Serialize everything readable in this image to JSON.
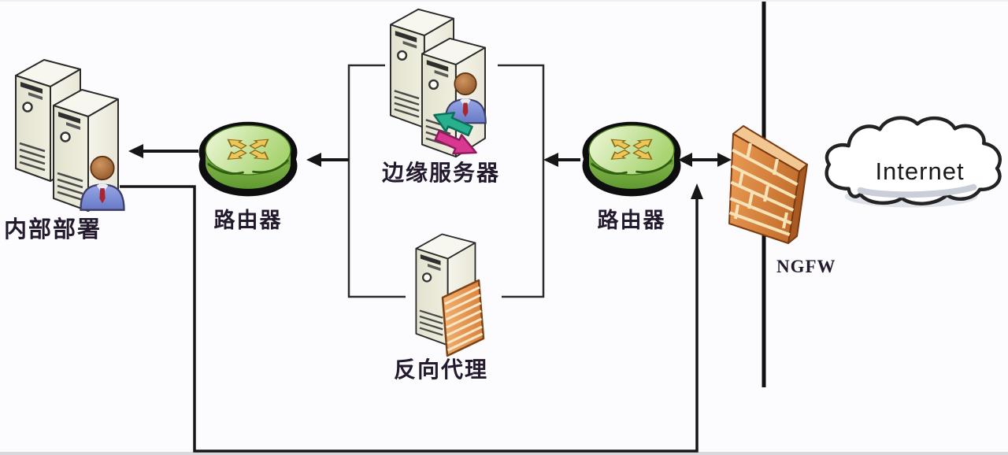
{
  "diagram": {
    "nodes": {
      "internal": {
        "label": "内部部署",
        "icon": "server-stack-with-user"
      },
      "router_left": {
        "label": "路由器",
        "icon": "router-cylinder"
      },
      "edge_servers": {
        "label": "边缘服务器",
        "icon": "server-stack-user-sync-arrows"
      },
      "reverse_proxy": {
        "label": "反向代理",
        "icon": "server-with-orange-panel"
      },
      "router_right": {
        "label": "路由器",
        "icon": "router-cylinder"
      },
      "ngfw": {
        "label": "NGFW",
        "icon": "firewall-brick-wall"
      },
      "internet": {
        "label": "Internet",
        "icon": "cloud"
      }
    },
    "colors": {
      "router_green_top": "#cde49a",
      "router_green_side": "#6fa838",
      "firewall_orange": "#e0853f",
      "arrow_black": "#161616",
      "label_dark": "#241a2e",
      "server_beige": "#efeddd",
      "sync_arrow_teal": "#28b08e",
      "sync_arrow_pink": "#d83890"
    },
    "connections": [
      {
        "from": "router_left",
        "to": "internal",
        "type": "arrow-left"
      },
      {
        "from": "edge_group_bracket",
        "to": "router_left",
        "type": "arrow-left"
      },
      {
        "from": "router_right",
        "to": "edge_group_bracket",
        "type": "arrow-left"
      },
      {
        "from": "router_right",
        "to": "ngfw",
        "type": "double-headed-arrow"
      },
      {
        "from": "internal",
        "to": "router_right_ngfw_link",
        "type": "elbow-arrow-up"
      },
      {
        "from": "ngfw_boundary",
        "to": "",
        "type": "vertical-separator-line"
      }
    ]
  }
}
